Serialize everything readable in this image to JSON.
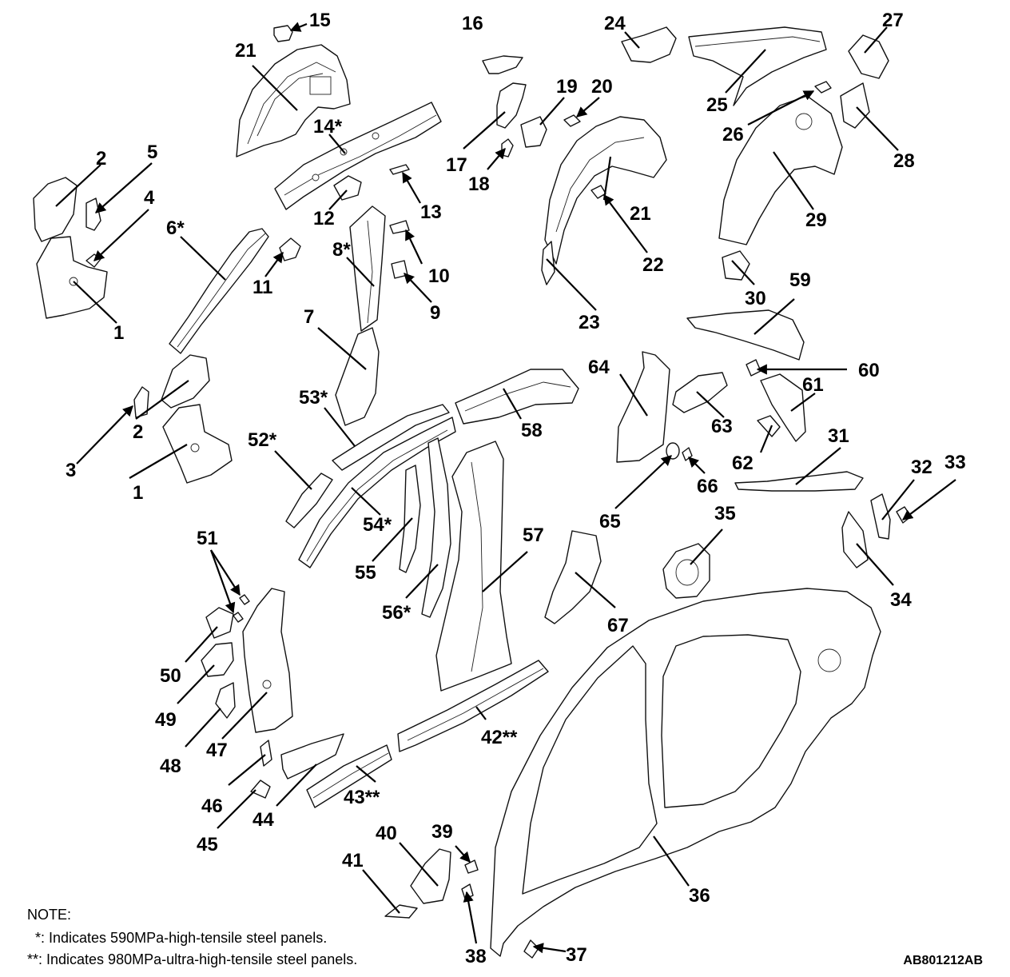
{
  "diagram": {
    "labels": [
      "15",
      "21",
      "14*",
      "16",
      "17",
      "18",
      "19",
      "20",
      "24",
      "25",
      "26",
      "27",
      "28",
      "29",
      "2",
      "5",
      "4",
      "6*",
      "1",
      "11",
      "12",
      "13",
      "8*",
      "10",
      "9",
      "7",
      "21",
      "22",
      "23",
      "30",
      "59",
      "60",
      "61",
      "62",
      "63",
      "64",
      "65",
      "66",
      "58",
      "53*",
      "52*",
      "54*",
      "55",
      "56*",
      "57",
      "31",
      "32",
      "33",
      "34",
      "35",
      "67",
      "51",
      "50",
      "49",
      "48",
      "47",
      "46",
      "45",
      "44",
      "43**",
      "42**",
      "36",
      "39",
      "40",
      "41",
      "38",
      "37",
      "2",
      "1",
      "3"
    ],
    "figure_code": "AB801212AB"
  },
  "note": {
    "title": "NOTE:",
    "line1": "  *: Indicates 590MPa-high-tensile steel panels.",
    "line2": "**: Indicates 980MPa-ultra-high-tensile steel panels."
  }
}
